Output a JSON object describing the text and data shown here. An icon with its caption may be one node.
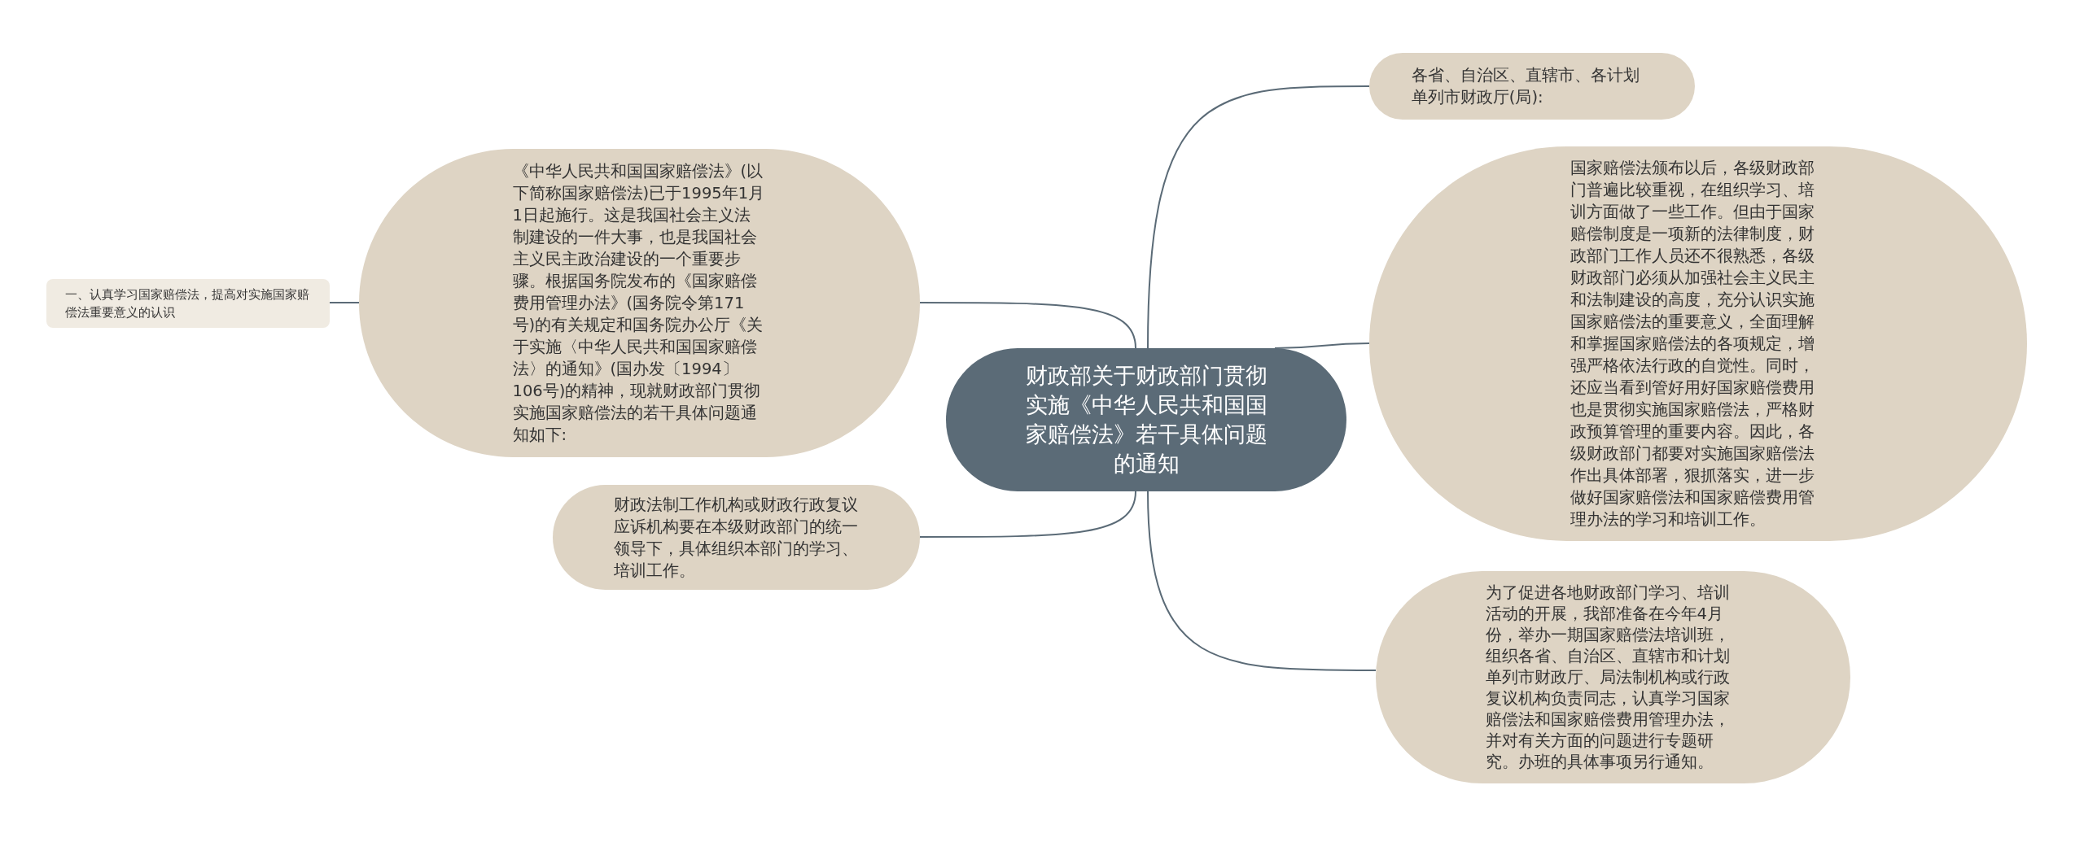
{
  "diagram": {
    "nodes": [
      {
        "text": [
          "财政部关于财政部门贯彻实施《中华人民共和国国家赔偿法》若干具体问题的通知"
        ]
      },
      {
        "text": [
          "《中华人民共和国国家赔偿法》(以下简称国家赔偿法)已于1995年1月1日起施行。这是我国社会主义法制建设的一件大事，也是我国社会主义民主政治建设的一个重要步骤。根据国务院发布的《国家赔偿费用管理办法》(国务院令第171号)的有关规定和国务院办公厅《关于实施〈中华人民共和国国家赔偿法〉的通知》(国办发〔1994〕106号)的精神，现就财政部门贯彻实施国家赔偿法的若干具体问题通知如下:"
        ]
      },
      {
        "text": [
          "一、认真学习国家赔偿法，提高对实施国家赔偿法重要意义的认识"
        ]
      },
      {
        "text": [
          "财政法制工作机构或财政行政复议应诉机构要在本级财政部门的统一领导下，具体组织本部门的学习、培训工作。"
        ]
      },
      {
        "text": [
          "各省、自治区、直辖市、各计划单列市财政厅(局):"
        ]
      },
      {
        "text": [
          "国家赔偿法颁布以后，各级财政部门普遍比较重视，在组织学习、培训方面做了一些工作。但由于国家赔偿制度是一项新的法律制度，财政部门工作人员还不很熟悉，各级财政部门必须从加强社会主义民主和法制建设的高度，充分认识实施国家赔偿法的重要意义，全面理解和掌握国家赔偿法的各项规定，增强严格依法行政的自觉性。同时，还应当看到管好用好国家赔偿费用也是贯彻实施国家赔偿法，严格财政预算管理的重要内容。因此，各级财政部门都要对实施国家赔偿法作出具体部署，狠抓落实，进一步做好国家赔偿法和国家赔偿费用管理办法的学习和培训工作。"
        ]
      },
      {
        "text": [
          "为了促进各地财政部门学习、培训活动的开展，我部准备在今年4月份，举办一期国家赔偿法培训班，组织各省、自治区、直辖市和计划单列市财政厅、局法制机构或行政复议机构负责同志，认真学习国家赔偿法和国家赔偿费用管理办法，并对有关方面的问题进行专题研究。办班的具体事项另行通知。"
        ]
      }
    ],
    "edges": [
      {
        "from": 0,
        "to": 1,
        "arrow": "none"
      },
      {
        "from": 0,
        "to": 3,
        "arrow": "none"
      },
      {
        "from": 0,
        "to": 4,
        "arrow": "none"
      },
      {
        "from": 0,
        "to": 5,
        "arrow": "none"
      },
      {
        "from": 0,
        "to": 6,
        "arrow": "none"
      },
      {
        "from": 1,
        "to": 2,
        "arrow": "none"
      }
    ]
  }
}
